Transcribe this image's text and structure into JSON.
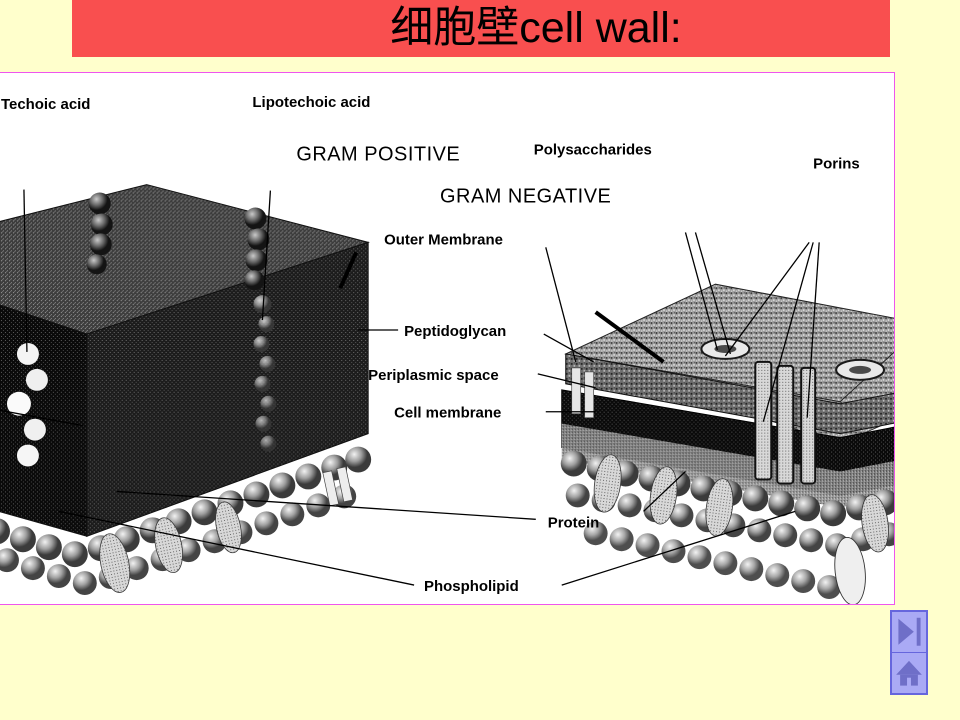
{
  "slide": {
    "title": "细胞壁cell wall:",
    "background_color": "#ffffcc",
    "title_banner_color": "#f94f4f",
    "title_text_color": "#000000"
  },
  "diagram": {
    "name": "bacterial-cell-wall-comparison",
    "frame_border_color": "#ee55ee",
    "frame_background": "#ffffff",
    "style": "grayscale dithered scientific illustration",
    "headings": [
      {
        "id": "gram-positive",
        "text": "GRAM POSITIVE"
      },
      {
        "id": "gram-negative",
        "text": "GRAM NEGATIVE"
      }
    ],
    "labels": [
      {
        "id": "techoic-acid",
        "text": "Techoic acid"
      },
      {
        "id": "lipotechoic-acid",
        "text": "Lipotechoic acid"
      },
      {
        "id": "polysaccharides",
        "text": "Polysaccharides"
      },
      {
        "id": "porins",
        "text": "Porins"
      },
      {
        "id": "outer-membrane",
        "text": "Outer Membrane"
      },
      {
        "id": "peptidoglycan",
        "text": "Peptidoglycan"
      },
      {
        "id": "periplasmic-space",
        "text": "Periplasmic space"
      },
      {
        "id": "cell-membrane",
        "text": "Cell membrane"
      },
      {
        "id": "protein",
        "text": "Protein"
      },
      {
        "id": "phospholipid",
        "text": "Phospholipid"
      }
    ]
  },
  "nav": {
    "next_icon": "next-slide-icon",
    "home_icon": "home-icon",
    "button_color": "#aaaaf5",
    "glyph_color": "#6666cc",
    "border_color": "#6666dd"
  }
}
